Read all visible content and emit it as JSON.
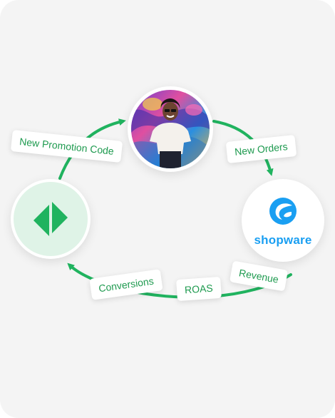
{
  "diagram": {
    "labels": {
      "new_promotion_code": "New Promotion Code",
      "new_orders": "New Orders",
      "revenue": "Revenue",
      "roas": "ROAS",
      "conversions": "Conversions"
    },
    "shop_logo_text": "shopware"
  },
  "colors": {
    "accent_green": "#20b35f",
    "label_green": "#1e9a4f",
    "app_circle_bg": "#dff3e7",
    "shopware_blue": "#1a9ff2",
    "card_bg": "#f4f4f4"
  },
  "icons": [
    "app-logo-icon",
    "shopware-logo-icon",
    "person-photo"
  ]
}
